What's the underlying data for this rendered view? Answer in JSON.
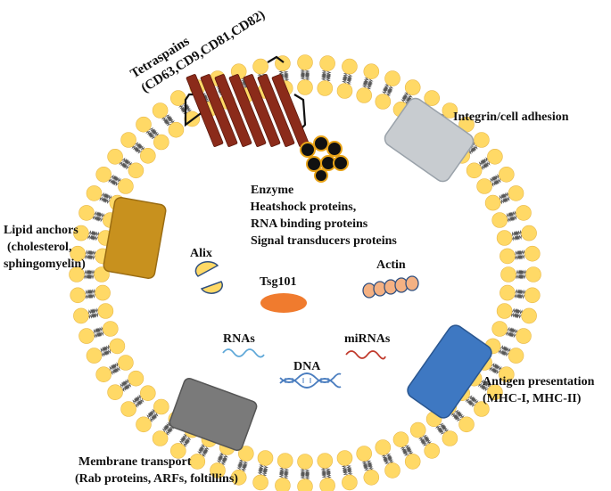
{
  "labels": {
    "tetraspains_line1": "Tetraspains",
    "tetraspains_line2": "(CD63,CD9,CD81,CD82)",
    "integrin": "Integrin/cell adhesion",
    "enzyme": "Enzyme",
    "heatshock": " Heatshock proteins,",
    "rna_binding": "RNA binding proteins",
    "signal": "Signal transducers proteins",
    "lipid_line1": "Lipid anchors",
    "lipid_line2": "(cholesterol,",
    "lipid_line3": "sphingomyelin)",
    "alix": "Alix",
    "tsg101": "Tsg101",
    "actin": "Actin",
    "rnas": "RNAs",
    "mirnas": "miRNAs",
    "dna": "DNA",
    "antigen_line1": "Antigen presentation",
    "antigen_line2": "(MHC-I, MHC-II)",
    "membrane_line1": "Membrane transport",
    "membrane_line2": "(Rab proteins, ARFs, foltillins)"
  },
  "colors": {
    "lipid_head": "#FFD966",
    "lipid_head_stroke": "#E8B84A",
    "tetraspanin": "#8B2B1A",
    "integrin": "#C8CCD0",
    "lipid_anchor": "#C8911E",
    "antigen": "#3E78C2",
    "membrane_transport": "#7A7A7A",
    "enzyme_fill": "#111111",
    "enzyme_stroke": "#E8A317",
    "tsg101": "#F07B2E",
    "actin": "#F4B183",
    "actin_stroke": "#2F4F7F",
    "alix": "#FFD966",
    "rna": "#5FA8D8",
    "mirna": "#C0392B",
    "dna": "#4A7DBF"
  }
}
